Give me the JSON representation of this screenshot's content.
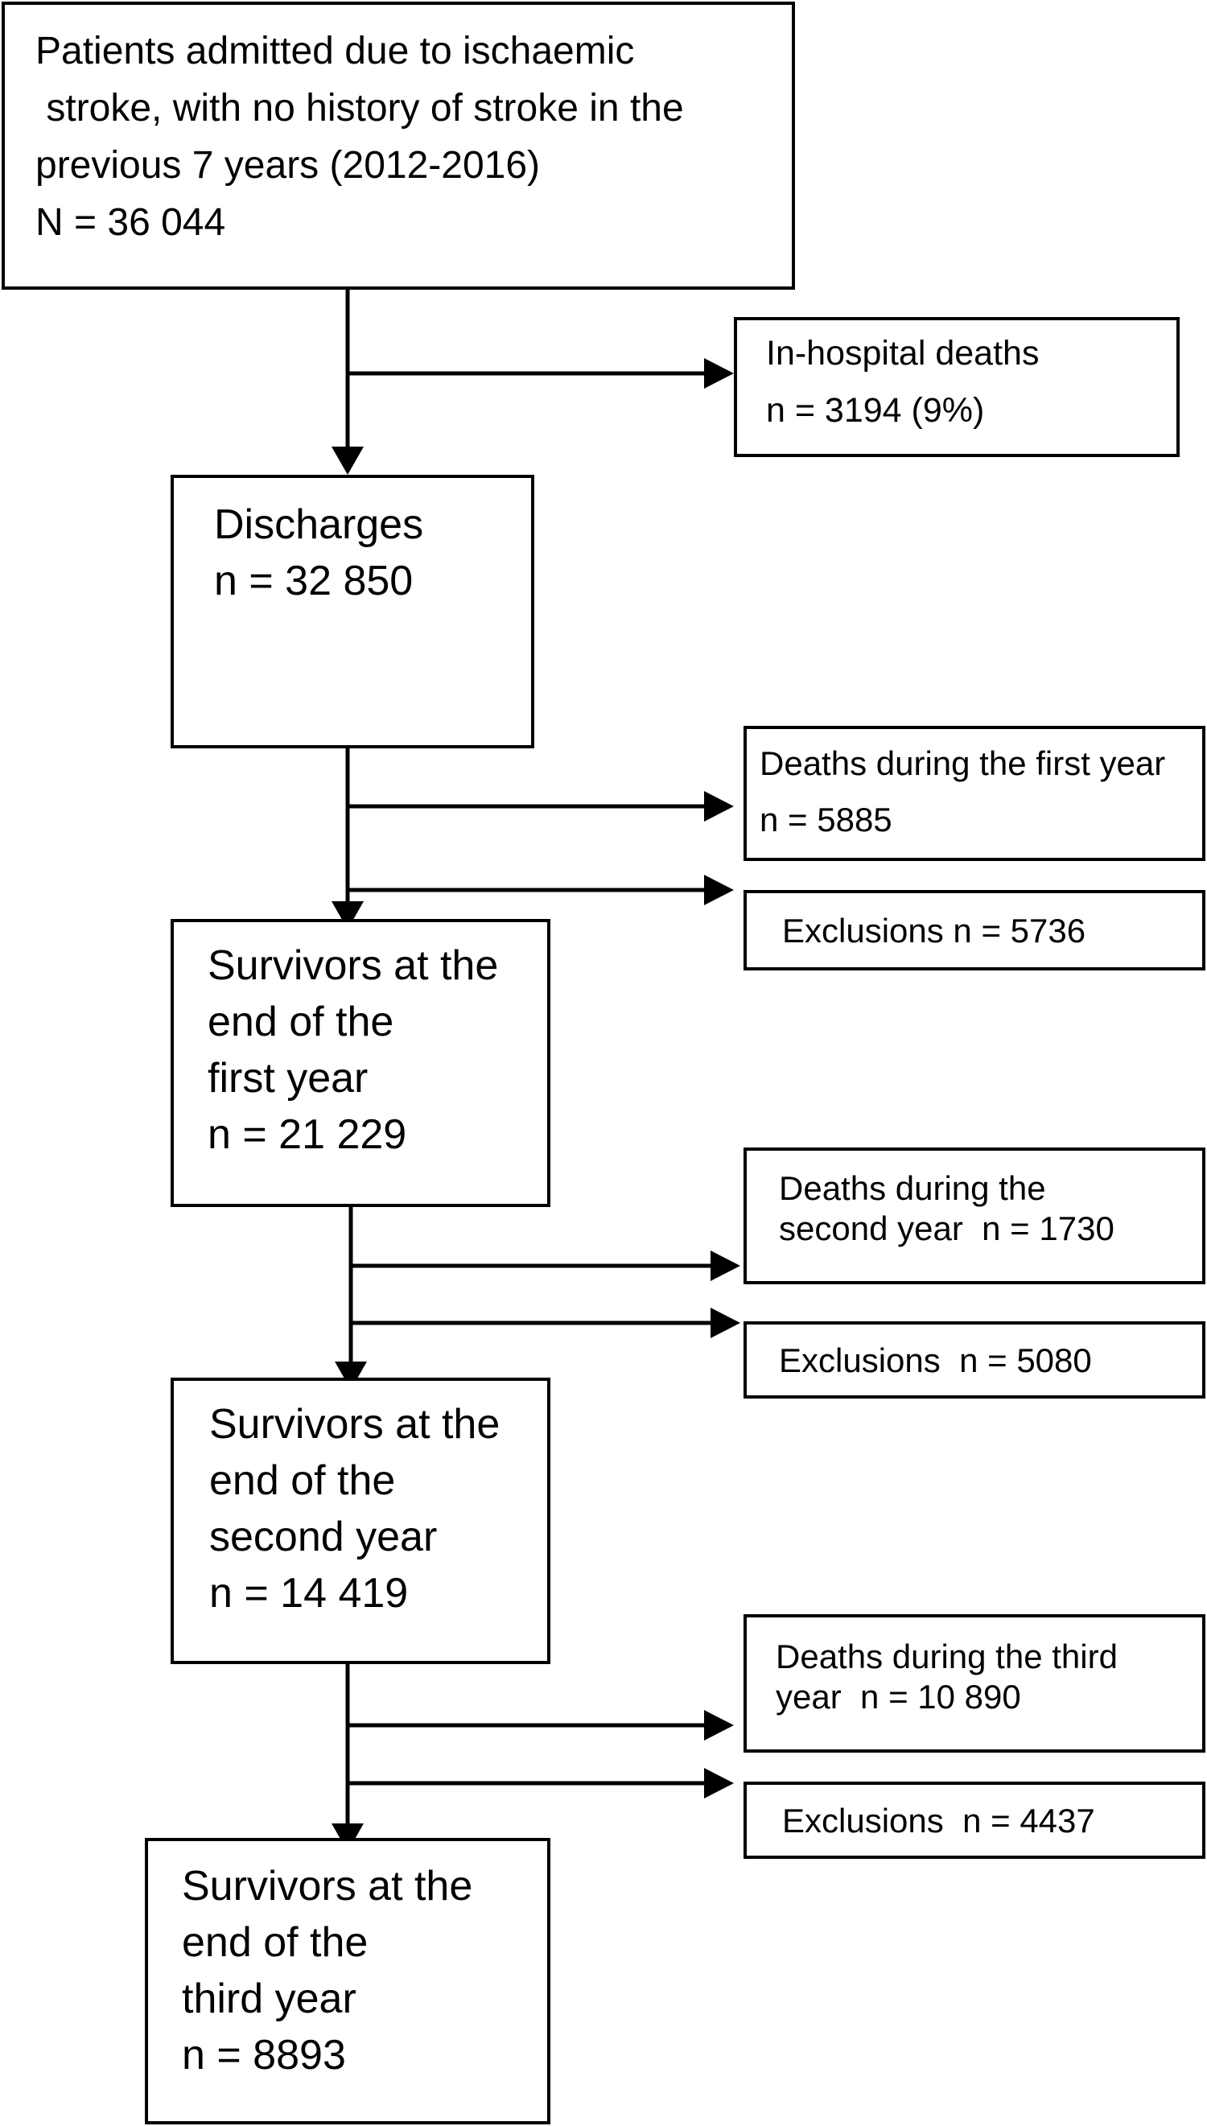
{
  "boxes": {
    "admitted": [
      "Patients admitted due to ischaemic",
      " stroke, with no history of stroke in the",
      "previous 7 years (2012-2016)",
      "N = 36 044"
    ],
    "inhospital_deaths": [
      "In-hospital deaths",
      "n = 3194 (9%)"
    ],
    "discharges": [
      "Discharges",
      "n = 32 850"
    ],
    "deaths_year1": [
      "Deaths during the first year",
      "n = 5885"
    ],
    "exclusions_year1": [
      "Exclusions n = 5736"
    ],
    "survivors_year1": [
      "Survivors at the",
      "end of the",
      "first year",
      "n = 21 229"
    ],
    "deaths_year2": [
      "Deaths during the",
      "second year  n = 1730"
    ],
    "exclusions_year2": [
      "Exclusions  n = 5080"
    ],
    "survivors_year2": [
      "Survivors at the",
      "end of the",
      "second year",
      "n = 14 419"
    ],
    "deaths_year3": [
      "Deaths during the third",
      "year  n = 10 890"
    ],
    "exclusions_year3": [
      "Exclusions  n = 4437"
    ],
    "survivors_year3": [
      "Survivors at the",
      "end of the",
      "third year",
      "n = 8893"
    ]
  }
}
